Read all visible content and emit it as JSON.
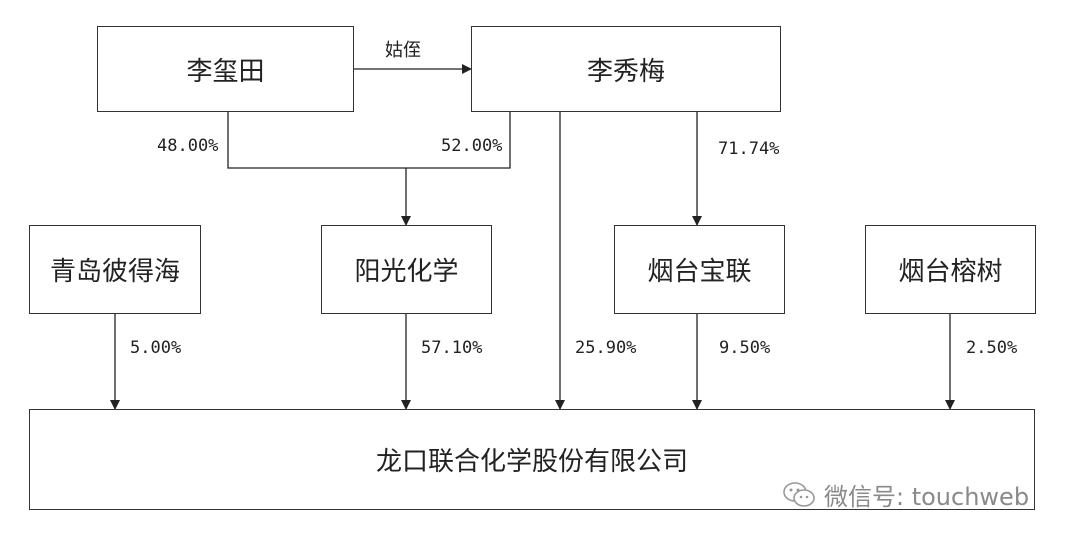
{
  "entities": {
    "li_xitian": "李玺田",
    "li_xiumei": "李秀梅",
    "qingdao_bideshai": "青岛彼得海",
    "yangguang": "阳光化学",
    "yantai_baolian": "烟台宝联",
    "yantai_rongshu": "烟台榕树",
    "company": "龙口联合化学股份有限公司"
  },
  "relation": "姑侄",
  "percentages": {
    "xitian_to_yangguang": "48.00%",
    "xiumei_to_yangguang": "52.00%",
    "xiumei_to_baolian": "71.74%",
    "bideshai_to_company": "5.00%",
    "yangguang_to_company": "57.10%",
    "xiumei_to_company": "25.90%",
    "baolian_to_company": "9.50%",
    "rongshu_to_company": "2.50%"
  },
  "watermark": {
    "text": "微信号: touchweb",
    "icon": "wechat-icon"
  }
}
